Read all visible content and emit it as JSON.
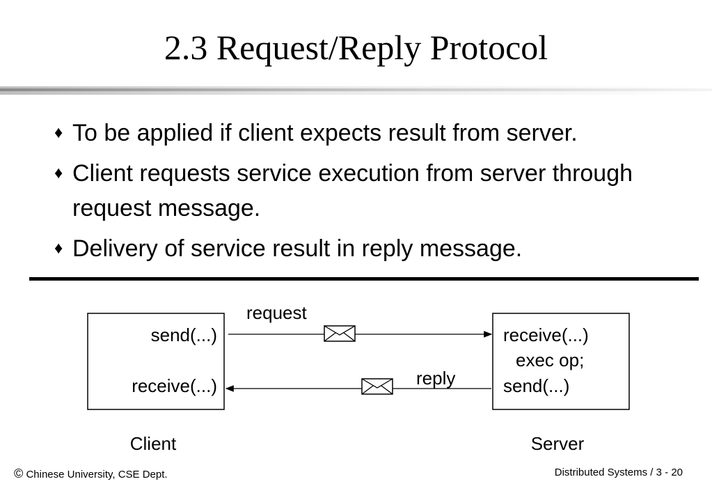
{
  "slide": {
    "title": "2.3 Request/Reply Protocol",
    "bullets": [
      "To be applied if client expects result from server.",
      "Client requests service execution from server through request message.",
      "Delivery of service result in reply message."
    ],
    "bullet_glyph": "♦"
  },
  "diagram": {
    "client_label": "Client",
    "server_label": "Server",
    "client_send": "send(...)",
    "client_receive": "receive(...)",
    "server_receive": "receive(...)",
    "server_exec": "exec op;",
    "server_send": "send(...)",
    "request_label": "request",
    "reply_label": "reply"
  },
  "footer": {
    "copyright_symbol": "©",
    "left": "Chinese University, CSE Dept.",
    "right": "Distributed Systems / 3 - 20"
  }
}
